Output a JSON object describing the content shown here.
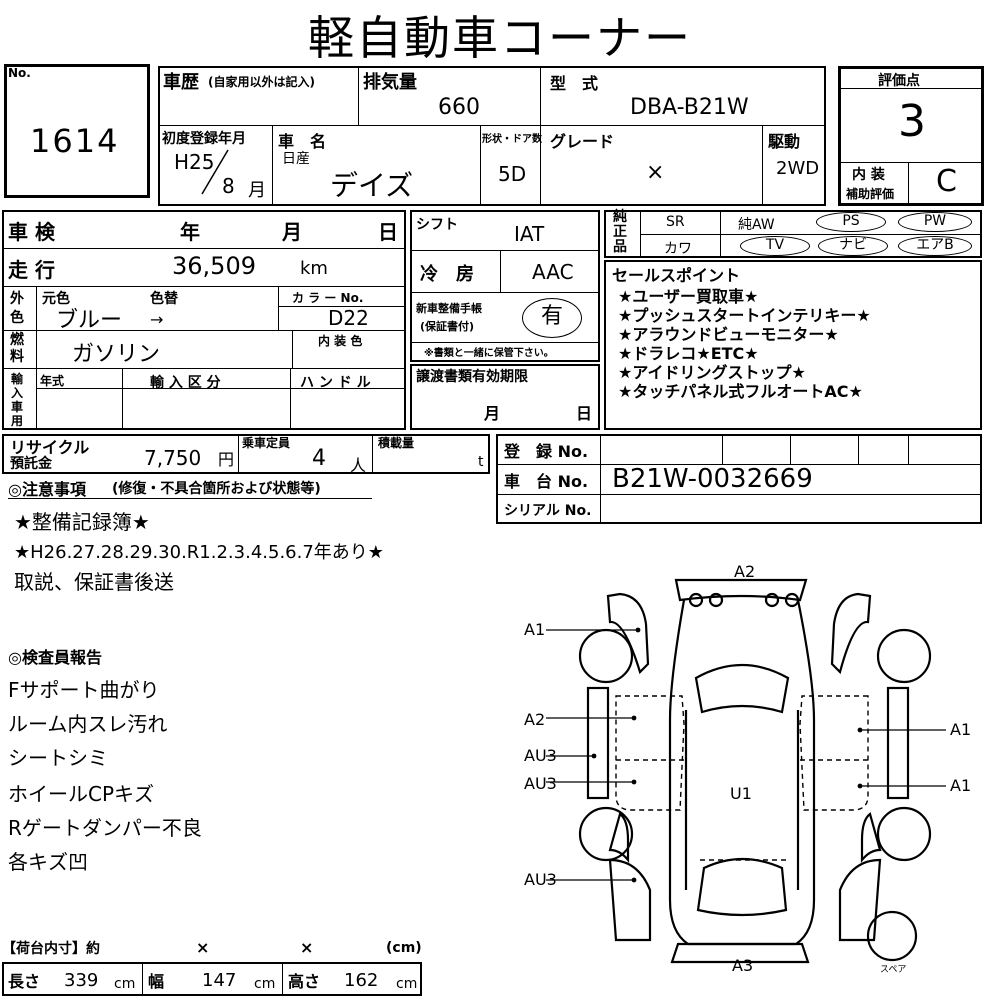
{
  "header": {
    "title": "軽自動車コーナー"
  },
  "lot": {
    "no_label": "No.",
    "number": "1614"
  },
  "history": {
    "label": "車歴",
    "note": "(自家用以外は記入)"
  },
  "displacement": {
    "label": "排気量",
    "value": "660"
  },
  "model": {
    "label": "型　式",
    "value": "DBA-B21W"
  },
  "grade_score": {
    "label": "評価点",
    "value": "3",
    "interior_label_1": "内 装",
    "interior_label_2": "補助評価",
    "interior_value": "C"
  },
  "first_reg": {
    "label": "初度登録年月",
    "era_year": "H25",
    "month": "8",
    "month_unit": "月"
  },
  "car_name": {
    "label": "車　名",
    "maker": "日産",
    "name": "デイズ"
  },
  "body_doors": {
    "label": "形状・ドア数",
    "value": "5D"
  },
  "grade": {
    "label": "グレード",
    "value": "×"
  },
  "drive": {
    "label": "駆動",
    "value": "2WD"
  },
  "inspection": {
    "label": "車 検",
    "year": "年",
    "month": "月",
    "day": "日"
  },
  "mileage": {
    "label": "走 行",
    "value": "36,509",
    "unit": "km"
  },
  "exterior_color": {
    "side_label": "外色",
    "original_label": "元色",
    "repaint_label": "色替",
    "original": "ブルー",
    "repaint": "→"
  },
  "color_no": {
    "label": "カ ラ ー No.",
    "value": "D22",
    "interior_label": "内 装 色"
  },
  "fuel": {
    "side_label": "燃料",
    "value": "ガソリン"
  },
  "import": {
    "side_label": "輸入車用",
    "year_label": "年式",
    "category_label": "輸 入 区 分",
    "handle_label": "ハ ン ド ル"
  },
  "shift": {
    "label": "シフト",
    "value": "IAT"
  },
  "aircon": {
    "label": "冷　房",
    "value": "AAC"
  },
  "manual": {
    "label_1": "新車整備手帳",
    "label_2": "(保証書付)",
    "value": "有",
    "note": "※書類と一緒に保管下さい。"
  },
  "transfer_docs": {
    "label": "譲渡書類有効期限",
    "month": "月",
    "day": "日"
  },
  "genuine": {
    "side_label": "純正品",
    "sr": "SR",
    "aw": "純AW",
    "ps": "PS",
    "pw": "PW",
    "leather": "カワ",
    "tv": "TV",
    "navi": "ナビ",
    "airbag": "エアB"
  },
  "sales_points": {
    "label": "セールスポイント",
    "items": [
      "★ユーザー買取車★",
      "★プッシュスタートインテリキー★",
      "★アラウンドビューモニター★",
      "★ドラレコ★ETC★",
      "★アイドリングストップ★",
      "★タッチパネル式フルオートAC★"
    ]
  },
  "recycle": {
    "label_1": "リサイクル",
    "label_2": "預託金",
    "value": "7,750",
    "unit": "円"
  },
  "capacity": {
    "label": "乗車定員",
    "value": "4",
    "unit": "人"
  },
  "load": {
    "label": "積載量",
    "unit": "t"
  },
  "registration": {
    "reg_label": "登　録 No.",
    "chassis_label": "車　台 No.",
    "chassis_value": "B21W-0032669",
    "serial_label": "シリアル No."
  },
  "notes": {
    "label": "◎注意事項",
    "label_note": "(修復・不具合箇所および状態等)",
    "lines": [
      "★整備記録簿★",
      "★H26.27.28.29.30.R1.2.3.4.5.6.7年あり★",
      "取説、保証書後送"
    ]
  },
  "inspector": {
    "label": "◎検査員報告",
    "lines": [
      "Fサポート曲がり",
      "ルーム内スレ汚れ",
      "シートシミ",
      "ホイールCPキズ",
      "Rゲートダンパー不良",
      "各キズ凹"
    ]
  },
  "diagram": {
    "labels": {
      "top": "A2",
      "left_a1": "A1",
      "left_a2": "A2",
      "left_au3_1": "AU3",
      "left_au3_2": "AU3",
      "left_au3_3": "AU3",
      "right_a1_1": "A1",
      "right_a1_2": "A1",
      "roof": "U1",
      "bottom": "A3",
      "spare": "スペア"
    }
  },
  "cargo": {
    "label": "【荷台内寸】約",
    "x1": "×",
    "x2": "×",
    "cm_unit": "(cm)",
    "length_label": "長さ",
    "length": "339",
    "width_label": "幅",
    "width": "147",
    "height_label": "高さ",
    "height": "162",
    "unit": "cm"
  }
}
